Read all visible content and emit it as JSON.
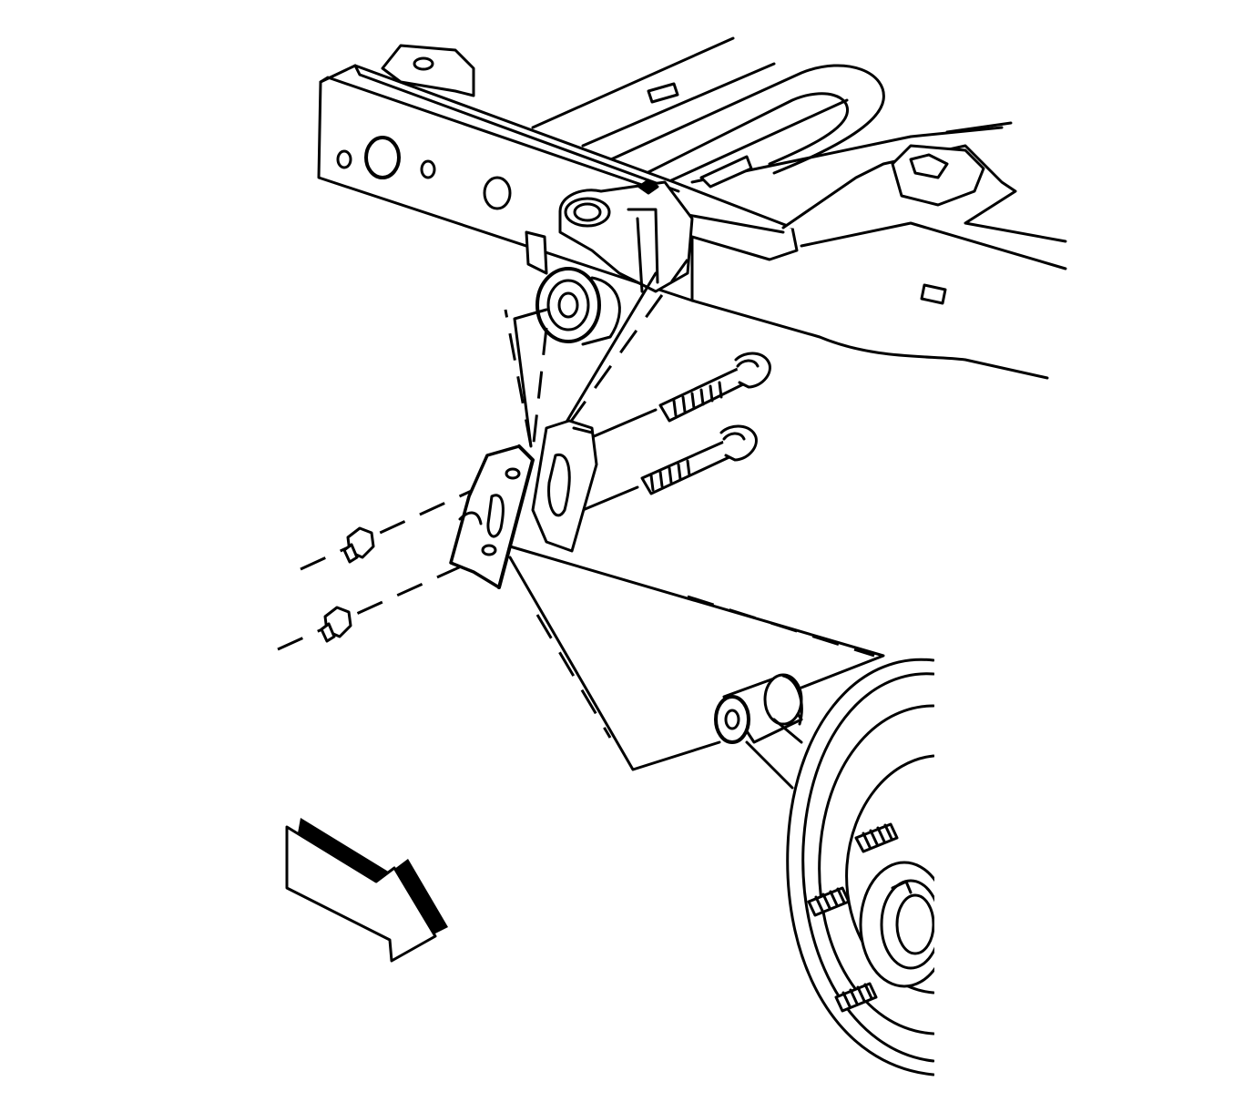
{
  "diagram": {
    "line_color": "#000000",
    "fill_color": "#ffffff",
    "parts": [
      {
        "id": "frame-rail",
        "icon": "frame-rail-icon"
      },
      {
        "id": "frame-bushing",
        "icon": "bushing-icon"
      },
      {
        "id": "upper-bolt",
        "icon": "bolt-icon"
      },
      {
        "id": "lower-bolt",
        "icon": "bolt-icon"
      },
      {
        "id": "upper-nut",
        "icon": "nut-icon"
      },
      {
        "id": "lower-nut",
        "icon": "nut-icon"
      },
      {
        "id": "link-bracket",
        "icon": "bracket-icon"
      },
      {
        "id": "axle-bushing",
        "icon": "bushing-icon"
      },
      {
        "id": "brake-drum-hub",
        "icon": "brake-drum-icon"
      },
      {
        "id": "view-direction-arrow",
        "icon": "arrow-icon"
      }
    ]
  }
}
